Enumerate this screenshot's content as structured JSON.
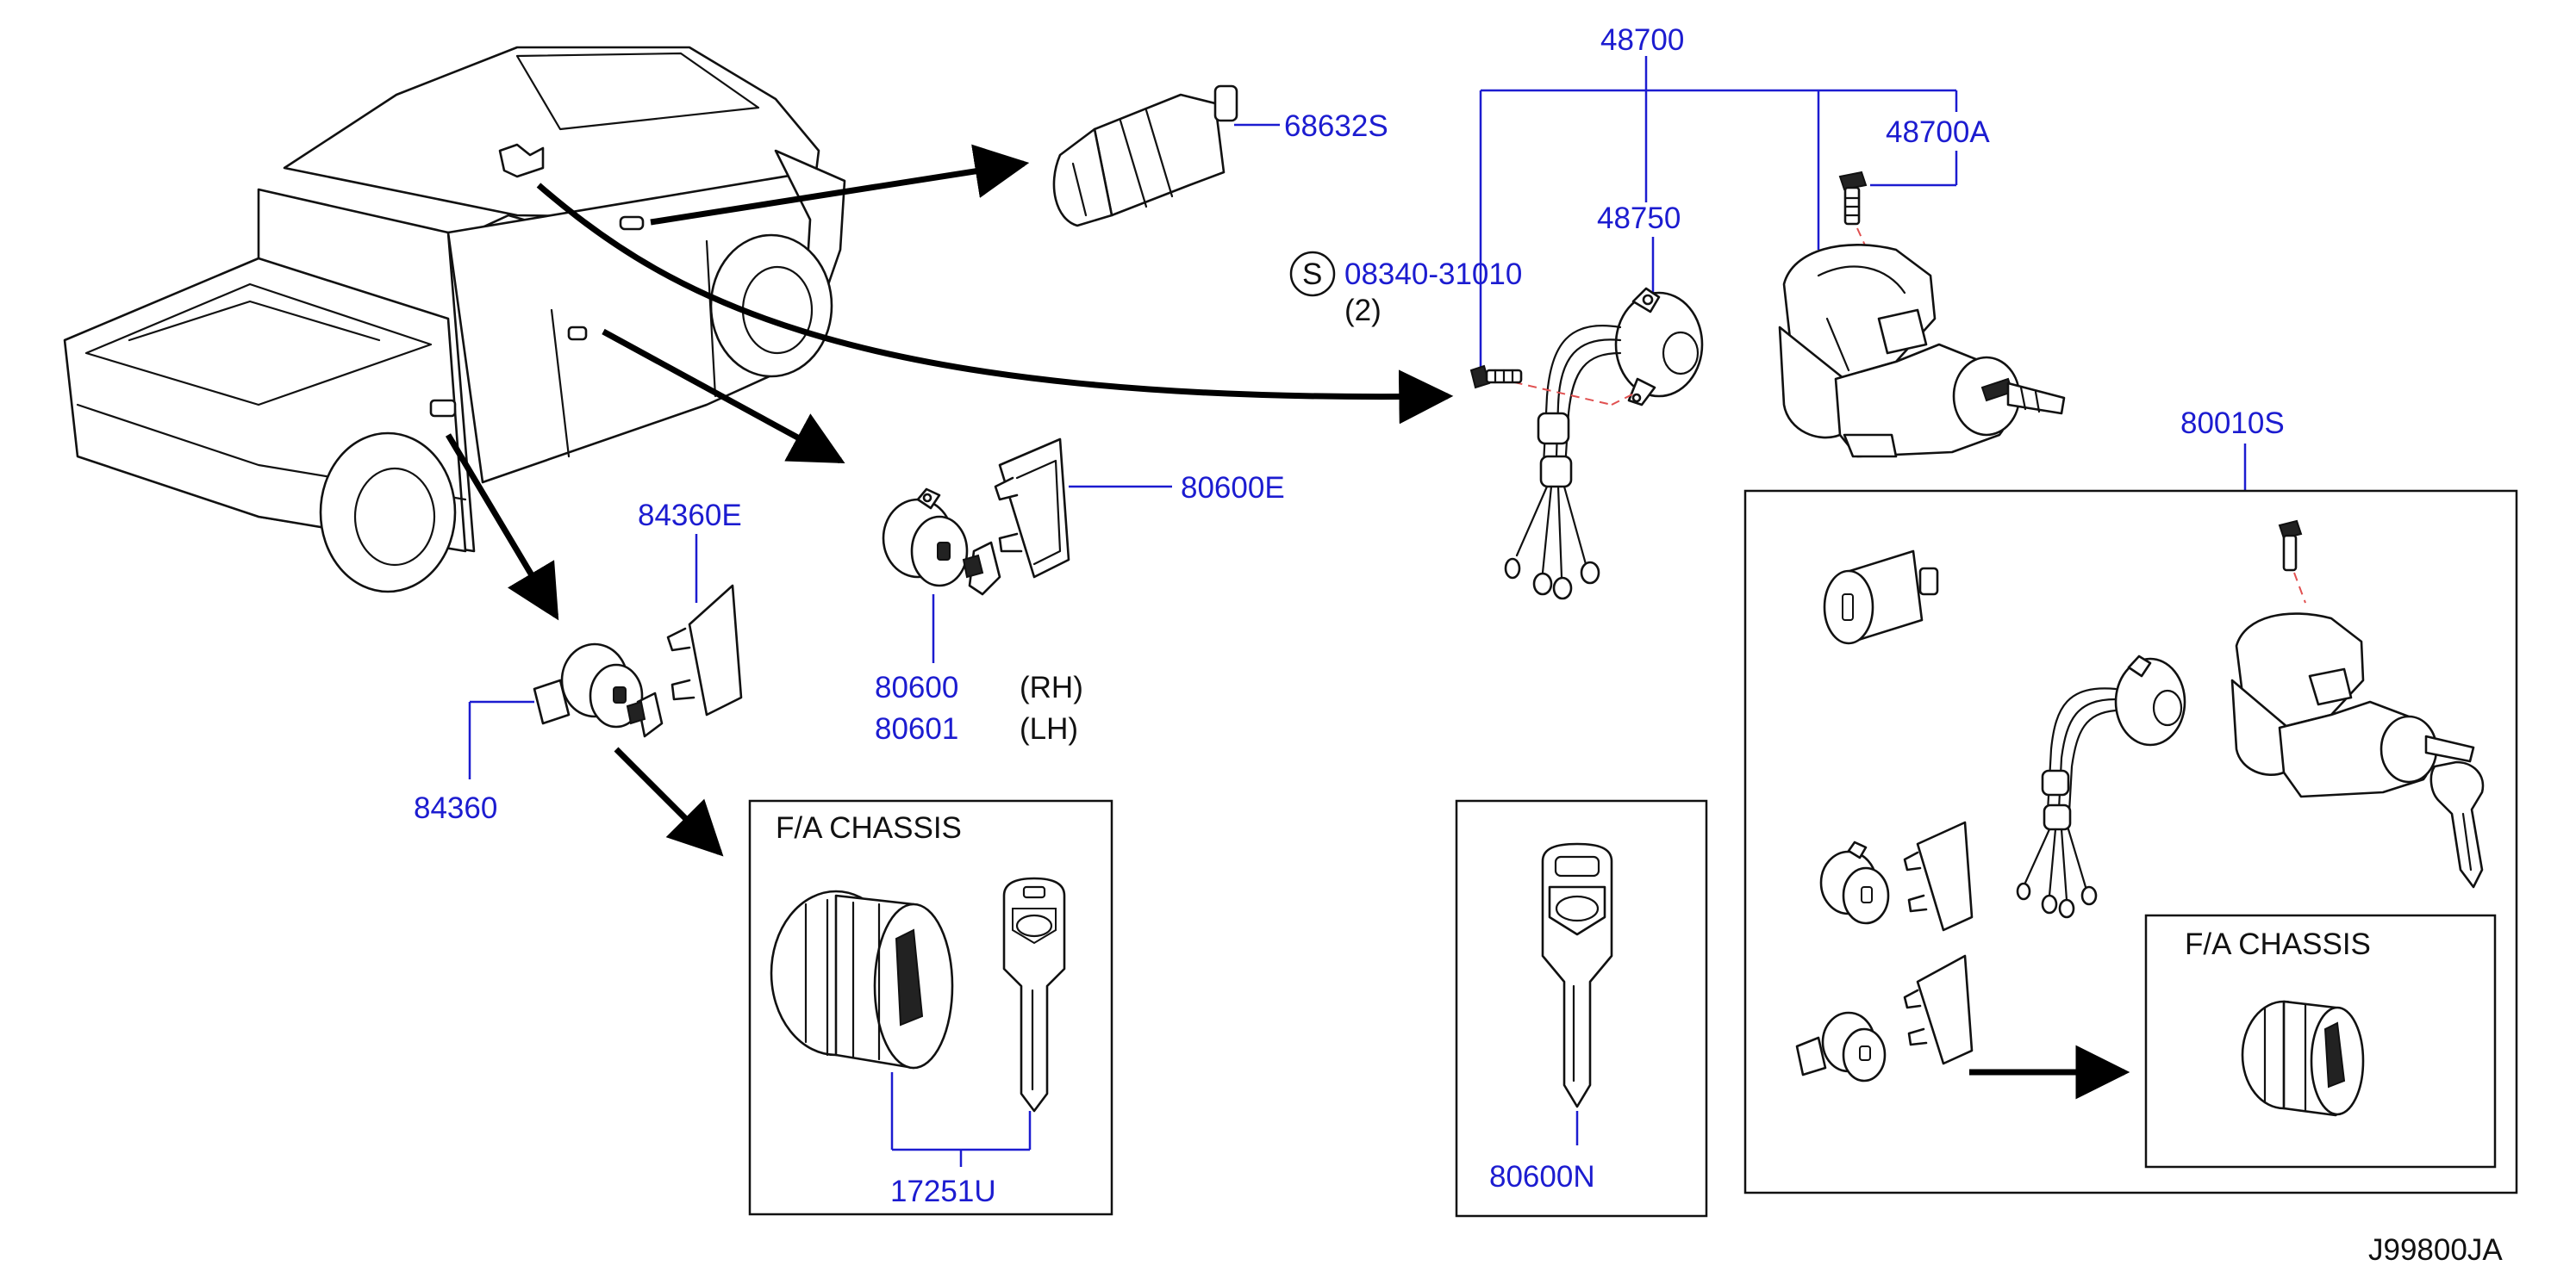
{
  "diagram": {
    "code": "J99800JA",
    "parts": {
      "p48700": "48700",
      "p48700A": "48700A",
      "p48750": "48750",
      "p08340": "08340-31010",
      "p08340_symbol": "S",
      "p08340_qty": "(2)",
      "p68632S": "68632S",
      "p80600E": "80600E",
      "p84360E": "84360E",
      "p84360": "84360",
      "p80600": "80600",
      "p80600_side": "(RH)",
      "p80601": "80601",
      "p80601_side": "(LH)",
      "p17251U": "17251U",
      "p80600N": "80600N",
      "p80010S": "80010S"
    },
    "boxes": {
      "fa_chassis_left": "F/A   CHASSIS",
      "fa_chassis_right": "F/A   CHASSIS"
    },
    "colors": {
      "part_number": "#1c1cd0",
      "leader_dash": "#e05050",
      "drawing": "#111111"
    }
  }
}
